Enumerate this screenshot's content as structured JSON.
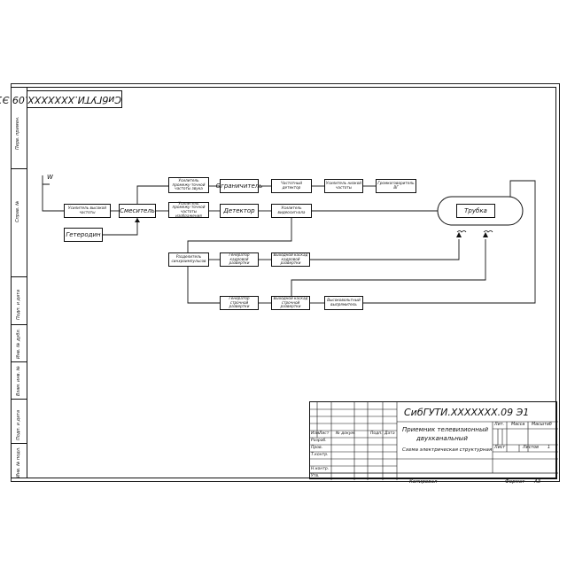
{
  "drawing": {
    "code_rotated": "СибГУТИ.XXXXXXX.09 Э1",
    "code_titleblock": "СибГУТИ.XXXXXXX.09 Э1",
    "title_line1": "Приемник телевизионный",
    "title_line2": "двухканальный",
    "subtitle": "Схема электрическая структурная",
    "copied_label": "Копировал",
    "format_label": "Формат",
    "format_value": "А3",
    "input_label": "W"
  },
  "side_labels": [
    "Перв. примен.",
    "Справ. №",
    "Подп. и дата",
    "Инв. № дубл.",
    "Взам. инв. №",
    "Подп. и дата",
    "Инв. № подл."
  ],
  "blocks": {
    "input_filter": "Усилитель высокой частоты",
    "mixer": "Смеситель",
    "heterodyne": "Гетеродин",
    "if_amp_sound": "Усилитель промежу-точной частоты звука",
    "limiter": "Ограничитель",
    "freq_detector": "Частотный детектор",
    "audio_amp": "Усилитель низкой частоты",
    "speaker": "Громкоговоритель ВГ",
    "if_amp_video": "Усилитель промежу-точной частоты изображения",
    "detector": "Детектор",
    "video_amp": "Усилитель видеосигнала",
    "kinescope": "Трубка",
    "sync_selector": "Разделитель синхроимпульсов",
    "frame_generator": "Генератор кадровой развертки",
    "frame_output": "Выходной каскад кадровой развертки",
    "line_generator": "Генератор строчной развертки",
    "line_output": "Выходной каскад строчной развертки",
    "high_voltage": "Высоковольтный выпрямитель"
  },
  "title_block": {
    "col_headers": [
      "Изм.",
      "Лист",
      "№ докум.",
      "Подп.",
      "Дата"
    ],
    "role_labels": [
      "Разраб.",
      "Пров.",
      "Т.контр.",
      "",
      "Н.контр.",
      "Утв."
    ],
    "lit_label": "Лит.",
    "mass_label": "Масса",
    "scale_label": "Масштаб",
    "sheet_label": "Лист",
    "sheets_label": "Листов",
    "sheets_value": "1"
  }
}
